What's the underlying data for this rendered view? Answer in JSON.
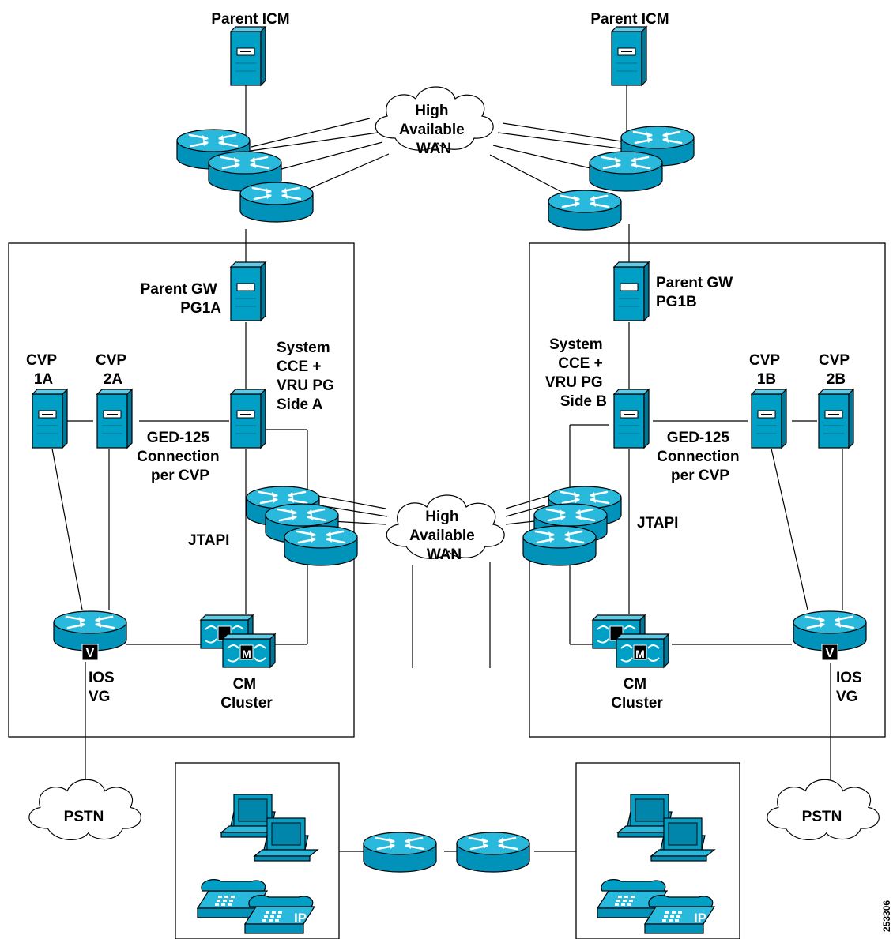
{
  "labels": {
    "parent_icm_left": "Parent ICM",
    "parent_icm_right": "Parent ICM",
    "wan_top": [
      "High",
      "Available",
      "WAN"
    ],
    "wan_center": [
      "High",
      "Available",
      "WAN"
    ],
    "parent_gw_a": [
      "Parent GW",
      "PG1A"
    ],
    "parent_gw_b": [
      "Parent GW",
      "PG1B"
    ],
    "cvp_1a": [
      "CVP",
      "1A"
    ],
    "cvp_2a": [
      "CVP",
      "2A"
    ],
    "cvp_1b": [
      "CVP",
      "1B"
    ],
    "cvp_2b": [
      "CVP",
      "2B"
    ],
    "system_a": [
      "System",
      "CCE +",
      "VRU PG",
      "Side A"
    ],
    "system_b": [
      "System",
      "CCE +",
      "VRU PG",
      "Side B"
    ],
    "ged_a": [
      "GED-125",
      "Connection",
      "per CVP"
    ],
    "ged_b": [
      "GED-125",
      "Connection",
      "per CVP"
    ],
    "jtapi_a": "JTAPI",
    "jtapi_b": "JTAPI",
    "ios_vg_a": [
      "IOS",
      "VG"
    ],
    "ios_vg_b": [
      "IOS",
      "VG"
    ],
    "cm_cluster_a": [
      "CM",
      "Cluster"
    ],
    "cm_cluster_b": [
      "CM",
      "Cluster"
    ],
    "pstn_left": "PSTN",
    "pstn_right": "PSTN",
    "figure_id": "253306",
    "vg_glyph": "V",
    "cm_glyph": "M",
    "phone_badge": "IP"
  },
  "colors": {
    "device": "#00a0c6",
    "device_top": "#28b9dc",
    "device_dark": "#006f8c",
    "line": "#000000"
  }
}
